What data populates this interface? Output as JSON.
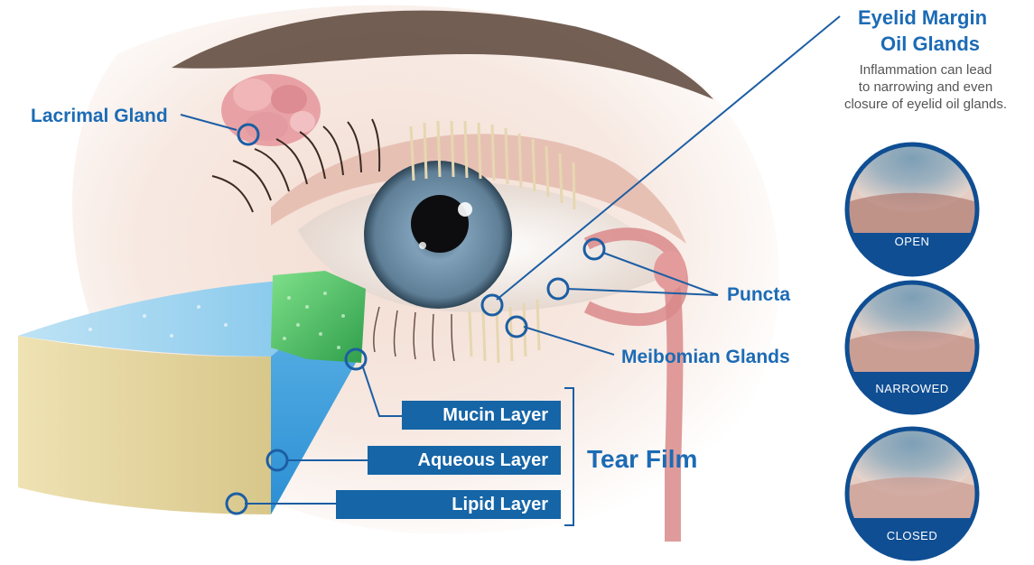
{
  "labels": {
    "lacrimal_gland": "Lacrimal Gland",
    "eyelid_margin_line1": "Eyelid Margin",
    "eyelid_margin_line2": "Oil Glands",
    "description_line1": "Inflammation can lead",
    "description_line2": "to narrowing and even",
    "description_line3": "closure of eyelid oil glands.",
    "puncta": "Puncta",
    "meibomian_glands": "Meibomian Glands",
    "tear_film": "Tear Film"
  },
  "layers": {
    "mucin": "Mucin Layer",
    "aqueous": "Aqueous Layer",
    "lipid": "Lipid Layer"
  },
  "gland_states": {
    "open": "OPEN",
    "narrowed": "NARROWED",
    "closed": "CLOSED"
  },
  "colors": {
    "accent_blue": "#1c6bb5",
    "box_blue": "#1565a7",
    "iris": "#6f8fa6",
    "gland_pink": "#d98a8a"
  }
}
